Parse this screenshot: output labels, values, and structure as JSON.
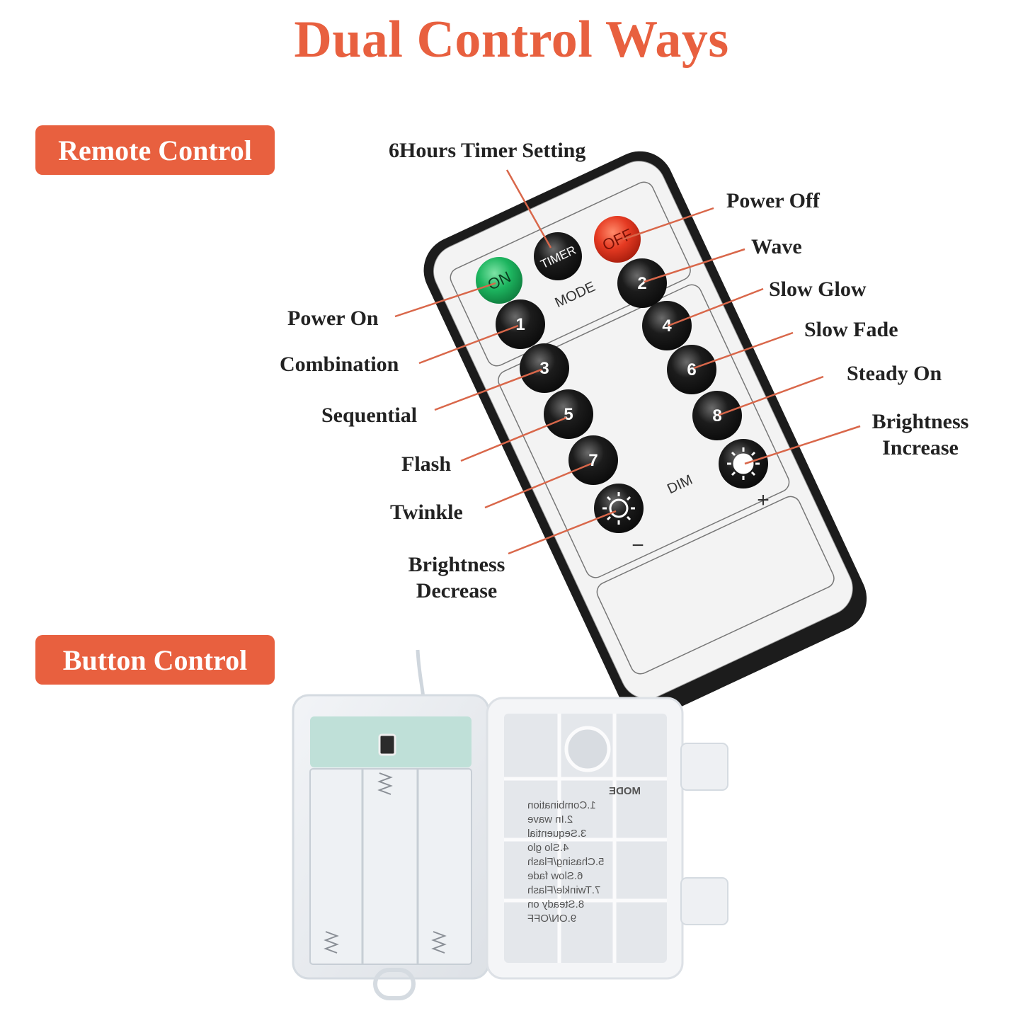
{
  "title": "Dual Control Ways",
  "sections": {
    "remote": {
      "label": "Remote Control"
    },
    "button": {
      "label": "Button Control"
    }
  },
  "colors": {
    "accent": "#e8603f",
    "label_text": "#222222",
    "leader_line": "#d9674a",
    "remote_body": "#1c1c1c",
    "remote_face": "#f2f2f2",
    "on_button": "#1db55f",
    "off_button": "#e53a22",
    "dark_button": "#1a1a1a"
  },
  "remote": {
    "buttons": {
      "on": "ON",
      "timer": "TIMER",
      "off": "OFF",
      "mode_label": "MODE",
      "dim_label": "DIM",
      "plus": "+",
      "minus": "−",
      "numbers": [
        "1",
        "2",
        "3",
        "4",
        "5",
        "6",
        "7",
        "8"
      ]
    },
    "callouts_left": [
      {
        "label": "Power On"
      },
      {
        "label": "Combination"
      },
      {
        "label": "Sequential"
      },
      {
        "label": "Flash"
      },
      {
        "label": "Twinkle"
      },
      {
        "label_line1": "Brightness",
        "label_line2": "Decrease"
      }
    ],
    "callouts_right": [
      {
        "label": "Power Off"
      },
      {
        "label": "Wave"
      },
      {
        "label": "Slow Glow"
      },
      {
        "label": "Slow Fade"
      },
      {
        "label": "Steady On"
      },
      {
        "label_line1": "Brightness",
        "label_line2": "Increase"
      }
    ],
    "callout_top": {
      "label": "6Hours Timer Setting"
    }
  },
  "battery_box": {
    "lid_heading": "MODE",
    "lid_modes": [
      "1.Combination",
      "2.In wave",
      "3.Sequential",
      "4.Slo glo",
      "5.Chasing/Flash",
      "6.Slow fade",
      "7.Twinkle/Flash",
      "8.Steady on",
      "9.ON/OFF"
    ]
  }
}
